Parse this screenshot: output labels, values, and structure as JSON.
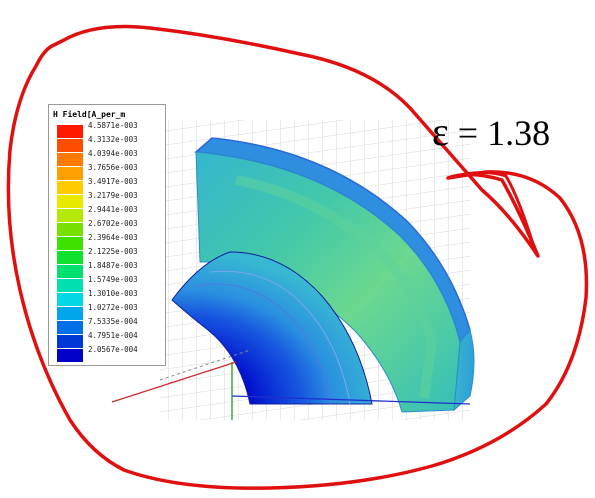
{
  "legend": {
    "title": "H Field[A_per_m",
    "entries": [
      {
        "value": "4.5871e-003",
        "color": "#ff1a00"
      },
      {
        "value": "4.3132e-003",
        "color": "#ff4d00"
      },
      {
        "value": "4.0394e-003",
        "color": "#ff7a00"
      },
      {
        "value": "3.7656e-003",
        "color": "#ff9f00"
      },
      {
        "value": "3.4917e-003",
        "color": "#ffcc00"
      },
      {
        "value": "3.2179e-003",
        "color": "#e8ea00"
      },
      {
        "value": "2.9441e-003",
        "color": "#b4ea00"
      },
      {
        "value": "2.6702e-003",
        "color": "#78e000"
      },
      {
        "value": "2.3964e-003",
        "color": "#3ee000"
      },
      {
        "value": "2.1225e-003",
        "color": "#10e030"
      },
      {
        "value": "1.8487e-003",
        "color": "#00e070"
      },
      {
        "value": "1.5749e-003",
        "color": "#00e0b0"
      },
      {
        "value": "1.3010e-003",
        "color": "#00d8e6"
      },
      {
        "value": "1.0272e-003",
        "color": "#00a6ea"
      },
      {
        "value": "7.5335e-004",
        "color": "#0070e6"
      },
      {
        "value": "4.7951e-004",
        "color": "#0038d8"
      },
      {
        "value": "2.0567e-004",
        "color": "#0000c8"
      }
    ]
  },
  "annotation": {
    "epsilon_symbol": "ε",
    "equals": "=",
    "epsilon_value": "1.38"
  },
  "colors": {
    "annotation_stroke": "#e01010",
    "model_face": "#3cc8b0",
    "model_edge": "#2a6ad8",
    "grid": "#d7d7d7"
  }
}
